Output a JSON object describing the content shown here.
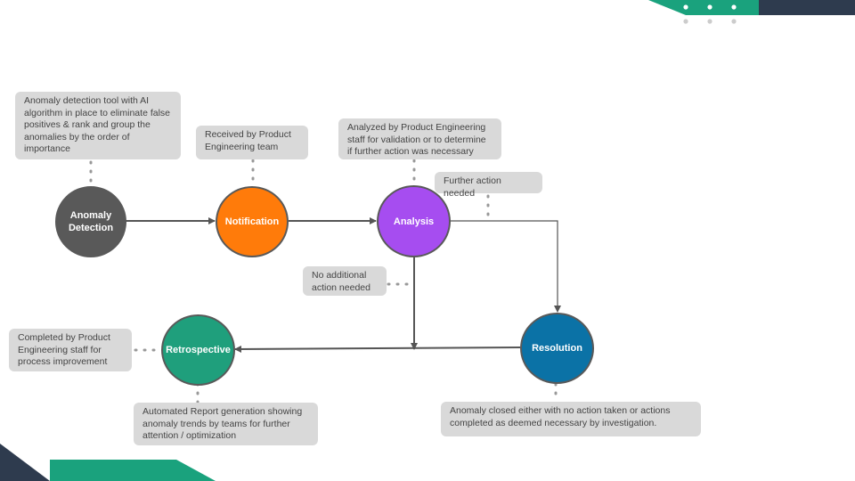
{
  "colors": {
    "navy": "#2e3b4e",
    "teal": "#1aa27d",
    "dots": "#cccccc",
    "anomaly_detection": "#595959",
    "notification": "#ff7b0a",
    "analysis": "#a64df0",
    "resolution": "#0b72a6",
    "retrospective": "#1f9f7c",
    "note_bg": "#d9d9d9",
    "connector": "#555555"
  },
  "nodes": {
    "anomaly_detection": "Anomaly Detection",
    "notification": "Notification",
    "analysis": "Analysis",
    "resolution": "Resolution",
    "retrospective": "Retrospective"
  },
  "notes": {
    "anomaly_detection": "Anomaly detection tool with AI algorithm in place to eliminate false positives & rank and group the anomalies by the order of importance",
    "notification": "Received by Product Engineering team",
    "analysis": "Analyzed by Product Engineering staff for validation or to determine if further action was necessary",
    "further_action": "Further action needed",
    "no_additional_action": "No additional action needed",
    "retrospective_left": "Completed by Product Engineering staff for process improvement",
    "automated_report": "Automated Report generation showing anomaly trends by teams for further attention / optimization",
    "resolution": "Anomaly closed either with no action taken or actions completed as deemed necessary by investigation."
  }
}
